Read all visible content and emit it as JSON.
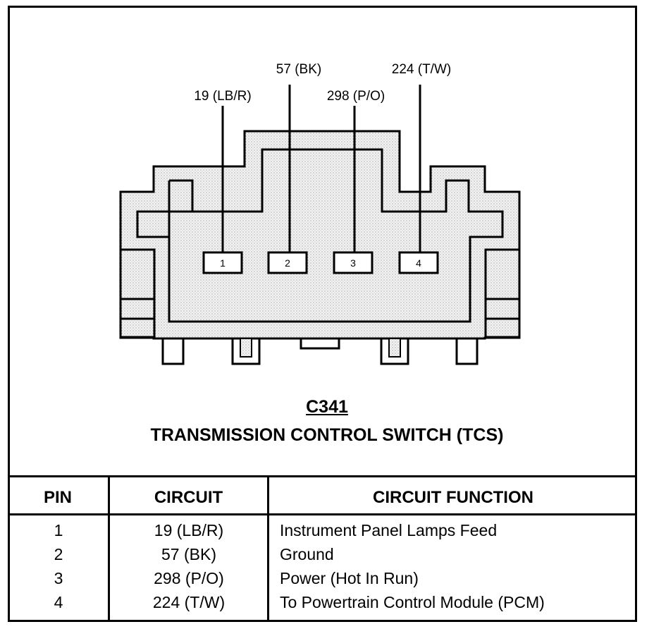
{
  "wires": [
    {
      "pin": "1",
      "label": "19 (LB/R)"
    },
    {
      "pin": "2",
      "label": "57 (BK)"
    },
    {
      "pin": "3",
      "label": "298 (P/O)"
    },
    {
      "pin": "4",
      "label": "224 (T/W)"
    }
  ],
  "pins": [
    "1",
    "2",
    "3",
    "4"
  ],
  "connector": {
    "id": "C341",
    "name": "TRANSMISSION CONTROL SWITCH (TCS)"
  },
  "table": {
    "headers": [
      "PIN",
      "CIRCUIT",
      "CIRCUIT FUNCTION"
    ],
    "rows": [
      {
        "pin": "1",
        "circuit": "19 (LB/R)",
        "function": "Instrument Panel Lamps Feed"
      },
      {
        "pin": "2",
        "circuit": "57 (BK)",
        "function": "Ground"
      },
      {
        "pin": "3",
        "circuit": "298 (P/O)",
        "function": "Power (Hot In Run)"
      },
      {
        "pin": "4",
        "circuit": "224 (T/W)",
        "function": "To Powertrain Control Module (PCM)"
      }
    ]
  }
}
